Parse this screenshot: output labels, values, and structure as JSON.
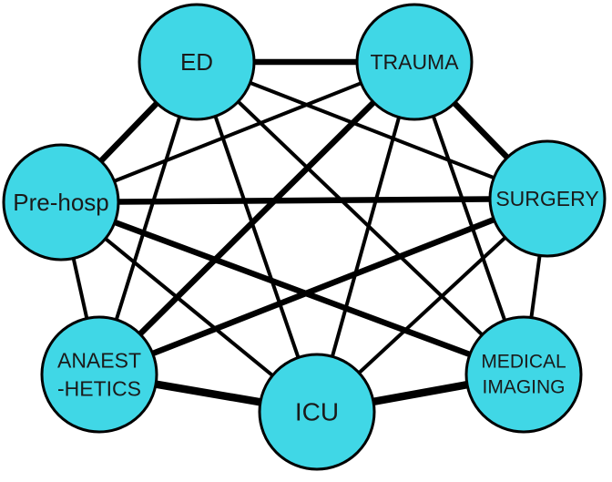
{
  "diagram": {
    "nodes": [
      {
        "id": "ed",
        "label": [
          "ED"
        ]
      },
      {
        "id": "trauma",
        "label": [
          "TRAUMA"
        ]
      },
      {
        "id": "prehosp",
        "label": [
          "Pre-hosp"
        ]
      },
      {
        "id": "surgery",
        "label": [
          "SURGERY"
        ]
      },
      {
        "id": "anaesthetics",
        "label": [
          "ANAEST",
          "-HETICS"
        ]
      },
      {
        "id": "icu",
        "label": [
          "ICU"
        ]
      },
      {
        "id": "medical_imaging",
        "label": [
          "MEDICAL",
          "IMAGING"
        ]
      }
    ],
    "edges": [
      {
        "from": "ed",
        "to": "trauma",
        "weight": "heavy"
      },
      {
        "from": "ed",
        "to": "prehosp",
        "weight": "heavy"
      },
      {
        "from": "ed",
        "to": "surgery",
        "weight": "normal"
      },
      {
        "from": "ed",
        "to": "anaesthetics",
        "weight": "normal"
      },
      {
        "from": "ed",
        "to": "icu",
        "weight": "normal"
      },
      {
        "from": "ed",
        "to": "medical_imaging",
        "weight": "normal"
      },
      {
        "from": "trauma",
        "to": "prehosp",
        "weight": "normal"
      },
      {
        "from": "trauma",
        "to": "surgery",
        "weight": "heavy"
      },
      {
        "from": "trauma",
        "to": "anaesthetics",
        "weight": "heavy"
      },
      {
        "from": "trauma",
        "to": "icu",
        "weight": "normal"
      },
      {
        "from": "trauma",
        "to": "medical_imaging",
        "weight": "normal"
      },
      {
        "from": "prehosp",
        "to": "surgery",
        "weight": "heavy"
      },
      {
        "from": "prehosp",
        "to": "anaesthetics",
        "weight": "normal"
      },
      {
        "from": "prehosp",
        "to": "icu",
        "weight": "normal"
      },
      {
        "from": "prehosp",
        "to": "medical_imaging",
        "weight": "heavy"
      },
      {
        "from": "surgery",
        "to": "anaesthetics",
        "weight": "heavy"
      },
      {
        "from": "surgery",
        "to": "icu",
        "weight": "normal"
      },
      {
        "from": "surgery",
        "to": "medical_imaging",
        "weight": "normal"
      },
      {
        "from": "anaesthetics",
        "to": "icu",
        "weight": "heaviest"
      },
      {
        "from": "icu",
        "to": "medical_imaging",
        "weight": "heaviest"
      }
    ],
    "colors": {
      "node_fill": "#40d7e6",
      "node_stroke": "#000000",
      "edge": "#000000"
    }
  }
}
